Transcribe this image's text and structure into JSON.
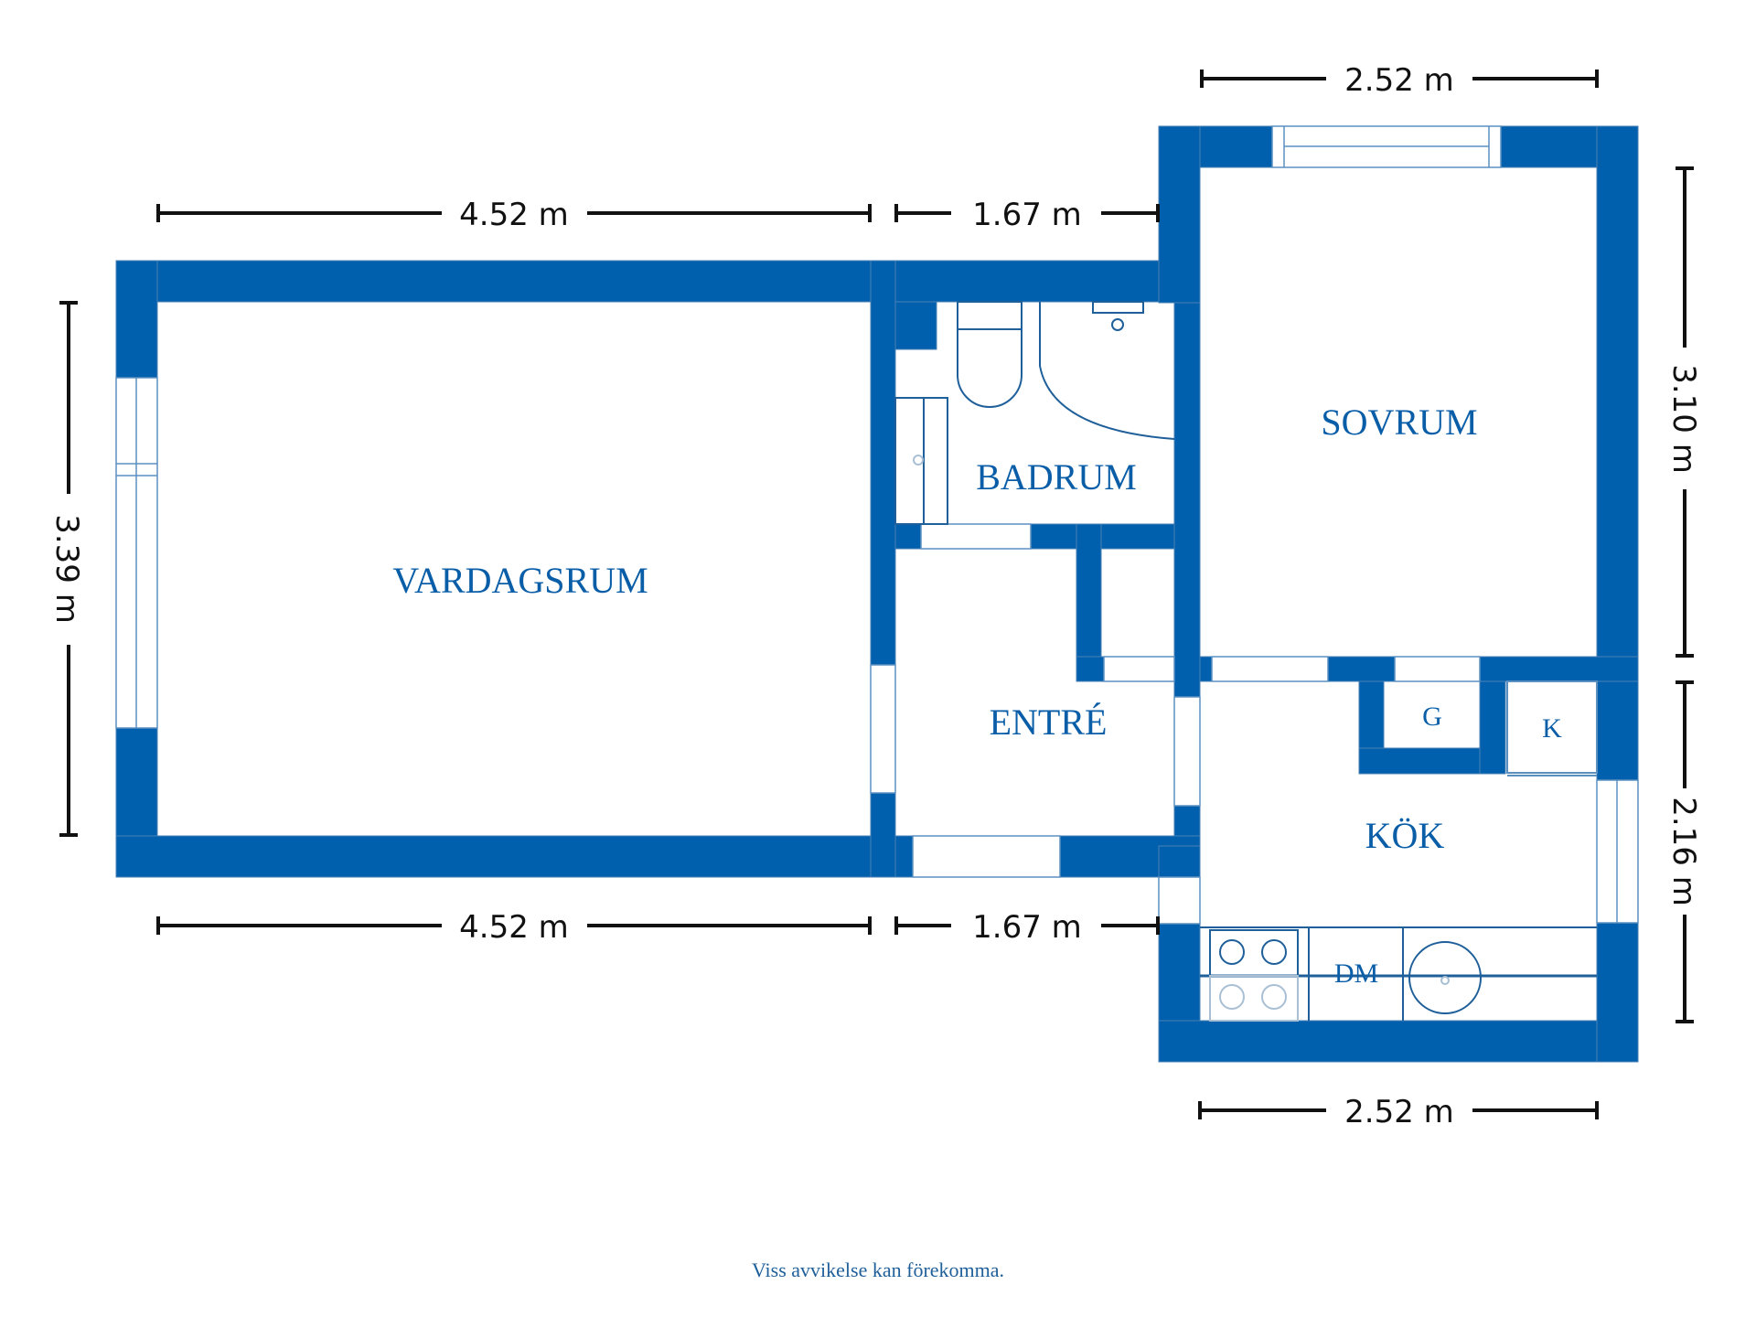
{
  "colors": {
    "wall": "#0060ad",
    "label": "#0a5ea8",
    "dimension": "#111111",
    "fixture_line": "#1f5f9a",
    "faint_line": "#a9bfd4"
  },
  "rooms": {
    "vardagsrum": "VARDAGSRUM",
    "badrum": "BADRUM",
    "sovrum": "SOVRUM",
    "entre": "ENTRÉ",
    "kok": "KÖK",
    "g": "G",
    "k": "K",
    "dm": "DM"
  },
  "dimensions": {
    "top_vardagsrum": "4.52 m",
    "top_badrum": "1.67 m",
    "top_sovrum": "2.52 m",
    "left_vardagsrum": "3.39 m",
    "right_sovrum": "3.10 m",
    "right_kok": "2.16 m",
    "bottom_vardagsrum": "4.52 m",
    "bottom_entre": "1.67 m",
    "bottom_kok": "2.52 m"
  },
  "footer": {
    "disclaimer": "Viss avvikelse kan förekomma."
  }
}
